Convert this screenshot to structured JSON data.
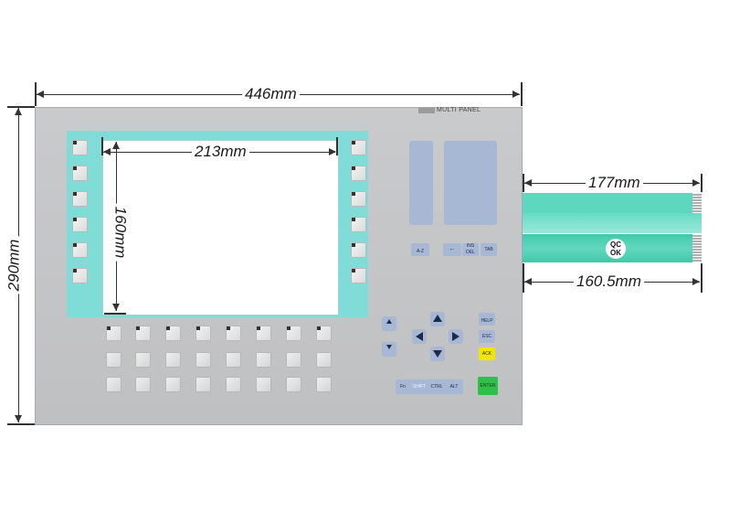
{
  "dimensions": {
    "width_label": "446mm",
    "height_label": "290mm",
    "screen_width_label": "213mm",
    "screen_height_label": "160mm",
    "ribbon_top_label": "177mm",
    "ribbon_bottom_label": "160.5mm"
  },
  "panel": {
    "brand": "MULTI PANEL"
  },
  "keys": {
    "az": "A-Z",
    "del": "DEL",
    "ins": "INS",
    "tab": "TAB",
    "help": "HELP",
    "esc": "ESC",
    "ack": "ACK",
    "enter": "ENTER",
    "fn": "Fn",
    "shift": "SHIFT",
    "ctrl": "CTRL",
    "alt": "ALT"
  },
  "stamp": {
    "line1": "QC",
    "line2": "OK"
  },
  "colors": {
    "bezel": "#7fdcd6",
    "keypad": "#a6b8d4",
    "ack": "#f2e600",
    "enter": "#2fc04a",
    "ribbon": "#5dd7bd"
  }
}
